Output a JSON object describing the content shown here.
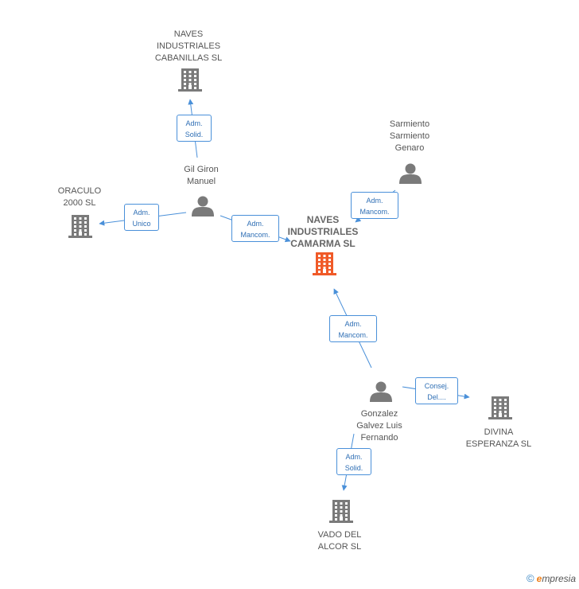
{
  "nodes": [
    {
      "id": "center",
      "label": "NAVES\nINDUSTRIALES\nCAMARMA SL",
      "type": "company",
      "color": "#f05a28"
    },
    {
      "id": "cabanillas",
      "label": "NAVES\nINDUSTRIALES\nCABANILLAS SL",
      "type": "company",
      "color": "#7a7a7a"
    },
    {
      "id": "oraculo",
      "label": "ORACULO\n2000 SL",
      "type": "company",
      "color": "#7a7a7a"
    },
    {
      "id": "gil",
      "label": "Gil Giron\nManuel",
      "type": "person",
      "color": "#7a7a7a"
    },
    {
      "id": "sarmiento",
      "label": "Sarmiento\nSarmiento\nGenaro",
      "type": "person",
      "color": "#7a7a7a"
    },
    {
      "id": "gonzalez",
      "label": "Gonzalez\nGalvez Luis\nFernando",
      "type": "person",
      "color": "#7a7a7a"
    },
    {
      "id": "divina",
      "label": "DIVINA\nESPERANZA SL",
      "type": "company",
      "color": "#7a7a7a"
    },
    {
      "id": "vado",
      "label": "VADO DEL\nALCOR SL",
      "type": "company",
      "color": "#7a7a7a"
    }
  ],
  "edges": [
    {
      "from": "gil",
      "to": "cabanillas",
      "line1": "Adm.",
      "line2": "Solid."
    },
    {
      "from": "gil",
      "to": "oraculo",
      "line1": "Adm.",
      "line2": "Unico"
    },
    {
      "from": "gil",
      "to": "center",
      "line1": "Adm.",
      "line2": "Mancom."
    },
    {
      "from": "sarmiento",
      "to": "center",
      "line1": "Adm.",
      "line2": "Mancom."
    },
    {
      "from": "gonzalez",
      "to": "center",
      "line1": "Adm.",
      "line2": "Mancom."
    },
    {
      "from": "gonzalez",
      "to": "divina",
      "line1": "Consej.",
      "line2": "Del...."
    },
    {
      "from": "gonzalez",
      "to": "vado",
      "line1": "Adm.",
      "line2": "Solid."
    }
  ],
  "colors": {
    "edge": "#4a90d9",
    "icon": "#7a7a7a",
    "highlight": "#f05a28"
  },
  "footer": {
    "copyright": "©",
    "brand_initial": "e",
    "brand_rest": "mpresia"
  }
}
